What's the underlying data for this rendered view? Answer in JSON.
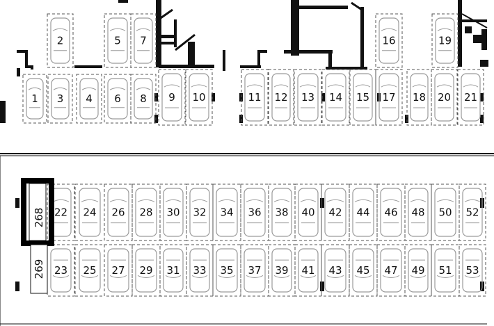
{
  "bays": [
    {
      "label": "1",
      "dir": "up"
    },
    {
      "label": "2",
      "dir": "up"
    },
    {
      "label": "3",
      "dir": "up"
    },
    {
      "label": "4",
      "dir": "up"
    },
    {
      "label": "5",
      "dir": "up"
    },
    {
      "label": "6",
      "dir": "up"
    },
    {
      "label": "7",
      "dir": "up"
    },
    {
      "label": "8",
      "dir": "up"
    },
    {
      "label": "9",
      "dir": "up"
    },
    {
      "label": "10",
      "dir": "up"
    },
    {
      "label": "11",
      "dir": "up"
    },
    {
      "label": "12",
      "dir": "up"
    },
    {
      "label": "13",
      "dir": "up"
    },
    {
      "label": "14",
      "dir": "up"
    },
    {
      "label": "15",
      "dir": "up"
    },
    {
      "label": "16",
      "dir": "up"
    },
    {
      "label": "17",
      "dir": "up"
    },
    {
      "label": "18",
      "dir": "up"
    },
    {
      "label": "19",
      "dir": "up"
    },
    {
      "label": "20",
      "dir": "up"
    },
    {
      "label": "21",
      "dir": "up"
    },
    {
      "label": "22",
      "dir": "up"
    },
    {
      "label": "24",
      "dir": "up"
    },
    {
      "label": "26",
      "dir": "up"
    },
    {
      "label": "28",
      "dir": "up"
    },
    {
      "label": "30",
      "dir": "up"
    },
    {
      "label": "32",
      "dir": "up"
    },
    {
      "label": "34",
      "dir": "up"
    },
    {
      "label": "36",
      "dir": "up"
    },
    {
      "label": "38",
      "dir": "up"
    },
    {
      "label": "40",
      "dir": "up"
    },
    {
      "label": "42",
      "dir": "up"
    },
    {
      "label": "44",
      "dir": "up"
    },
    {
      "label": "46",
      "dir": "up"
    },
    {
      "label": "48",
      "dir": "up"
    },
    {
      "label": "50",
      "dir": "up"
    },
    {
      "label": "52",
      "dir": "up"
    },
    {
      "label": "23",
      "dir": "down"
    },
    {
      "label": "25",
      "dir": "down"
    },
    {
      "label": "27",
      "dir": "down"
    },
    {
      "label": "29",
      "dir": "down"
    },
    {
      "label": "31",
      "dir": "down"
    },
    {
      "label": "33",
      "dir": "down"
    },
    {
      "label": "35",
      "dir": "down"
    },
    {
      "label": "37",
      "dir": "down"
    },
    {
      "label": "39",
      "dir": "down"
    },
    {
      "label": "41",
      "dir": "down"
    },
    {
      "label": "43",
      "dir": "down"
    },
    {
      "label": "45",
      "dir": "down"
    },
    {
      "label": "47",
      "dir": "down"
    },
    {
      "label": "49",
      "dir": "down"
    },
    {
      "label": "51",
      "dir": "down"
    },
    {
      "label": "53",
      "dir": "down"
    }
  ],
  "side_spaces": [
    {
      "label": "268",
      "highlighted": true
    },
    {
      "label": "269",
      "highlighted": false
    }
  ],
  "colors": {
    "line": "#111111",
    "dash": "#555555",
    "car": "#9a9a9a",
    "highlight": "#000000"
  }
}
